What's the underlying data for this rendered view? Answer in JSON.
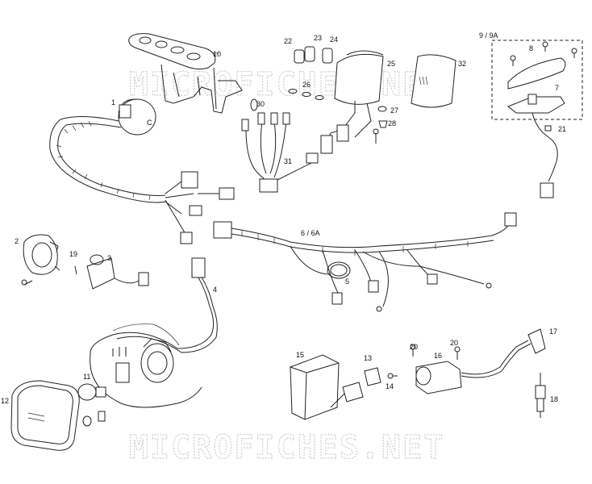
{
  "watermark": {
    "top": "MICROFICHES.NET",
    "bottom": "MICROFICHES.NET"
  },
  "labels": {
    "p1": "1",
    "p2": "2",
    "p3": "3",
    "p4": "4",
    "p5": "5",
    "p6": "6 / 6A",
    "p7": "7",
    "p8": "8",
    "p9": "9 / 9A",
    "p10": "10",
    "p11": "11",
    "p12": "12",
    "p13": "13",
    "p14": "14",
    "p15": "15",
    "p16": "16",
    "p17": "17",
    "p18": "18",
    "p19": "19",
    "p20a": "20",
    "p20b": "20",
    "p21": "21",
    "p22": "22",
    "p23": "23",
    "p24": "24",
    "p25": "25",
    "p26": "26",
    "p27": "27",
    "p28": "28",
    "p30": "30",
    "p31": "31",
    "p32": "32"
  }
}
